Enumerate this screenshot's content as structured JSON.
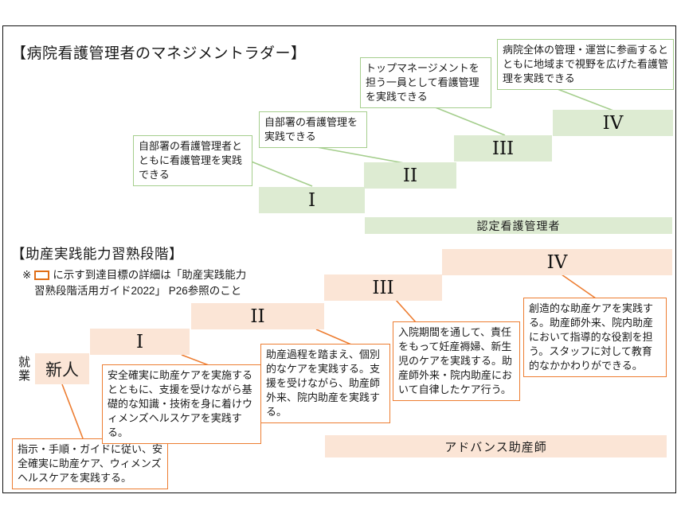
{
  "colors": {
    "green_fill": "#ddebd2",
    "green_line": "#a5ce8d",
    "orange_fill": "#fbe5d6",
    "orange_line": "#ed7d31"
  },
  "nursing_ladder": {
    "title": "【病院看護管理者のマネジメントラダー】",
    "base_bar": "認定看護管理者",
    "levels": [
      {
        "label": "I",
        "callout": "自部署の看護管理者とともに看護管理を実践できる"
      },
      {
        "label": "II",
        "callout": "自部署の看護管理を実践できる"
      },
      {
        "label": "III",
        "callout": "トップマネージメントを担う一員として看護管理を実践できる"
      },
      {
        "label": "IV",
        "callout": "病院全体の管理・運営に参画するとともに地域まで視野を広げた看護管理を実践できる"
      }
    ]
  },
  "midwifery_ladder": {
    "title": "【助産実践能力習熟段階】",
    "note_marker": "※",
    "note_line1": "に示す到達目標の詳細は「助産実践能力",
    "note_line2": "習熟段階活用ガイド2022」 P26参照のこと",
    "employment_label": "就業",
    "base_bar": "アドバンス助産師",
    "levels": [
      {
        "label": "新人",
        "callout": "指示・手順・ガイドに従い、安全確実に助産ケア、ウィメンズヘルスケアを実践する。"
      },
      {
        "label": "I",
        "callout": "安全確実に助産ケアを実施するとともに、支援を受けながら基礎的な知識・技術を身に着けウィメンズヘルスケアを実践する。"
      },
      {
        "label": "II",
        "callout": "助産過程を踏まえ、個別的なケアを実践する。支援を受けながら、助産師外来、院内助産を実践する。"
      },
      {
        "label": "III",
        "callout": "入院期間を通して、責任をもって妊産褥婦、新生児のケアを実践する。助産師外来・院内助産において自律したケア行う。"
      },
      {
        "label": "IV",
        "callout": "創造的な助産ケアを実践する。助産師外来、院内助産において指導的な役割を担う。スタッフに対して教育的なかかわりができる。"
      }
    ]
  }
}
